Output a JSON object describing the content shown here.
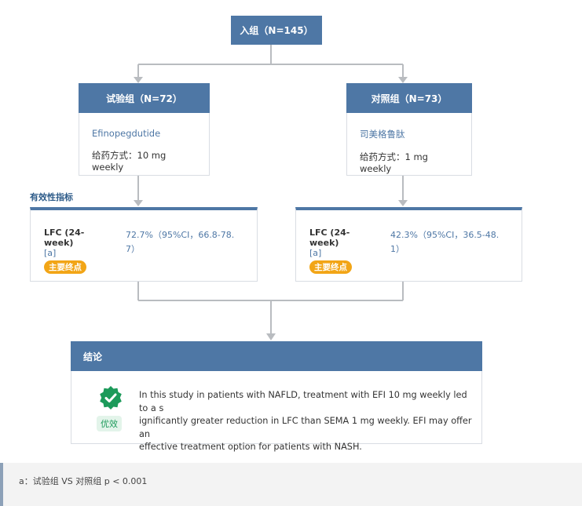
{
  "enroll": {
    "label": "入组（N=145）"
  },
  "arms": [
    {
      "title": "试验组（N=72）",
      "drug": "Efinopegdutide",
      "dose": "给药方式：10 mg weekly"
    },
    {
      "title": "对照组（N=73）",
      "drug": "司美格鲁肽",
      "dose": "给药方式：1 mg weekly"
    }
  ],
  "efficacy_section": {
    "title": "有效性指标"
  },
  "outcomes": [
    {
      "metric": "LFC (24-week)",
      "ref": "[a]",
      "value_line1": "72.7%（95%CI，66.8-78.",
      "value_line2": "7）",
      "badge": "主要终点"
    },
    {
      "metric": "LFC (24-week)",
      "ref": "[a]",
      "value_line1": "42.3%（95%CI，36.5-48.",
      "value_line2": "1）",
      "badge": "主要终点"
    }
  ],
  "conclusion": {
    "title": "结论",
    "badge": "优效",
    "text_lines": [
      "In this study in patients with NAFLD, treatment with EFI 10 mg weekly led to a s",
      "ignificantly greater reduction in LFC than SEMA 1 mg weekly. EFI may offer an",
      "effective treatment option for patients with NASH."
    ]
  },
  "footnote": {
    "text": "a：试验组 VS 对照组 p < 0.001"
  },
  "colors": {
    "header_blue": "#4e77a5",
    "connector_gray": "#b9bcc0",
    "badge_orange": "#f2a516",
    "success_green": "#1c9a5a"
  },
  "icons": {
    "connector_arrow": "arrow-down-icon",
    "verified": "verified-check-icon"
  }
}
